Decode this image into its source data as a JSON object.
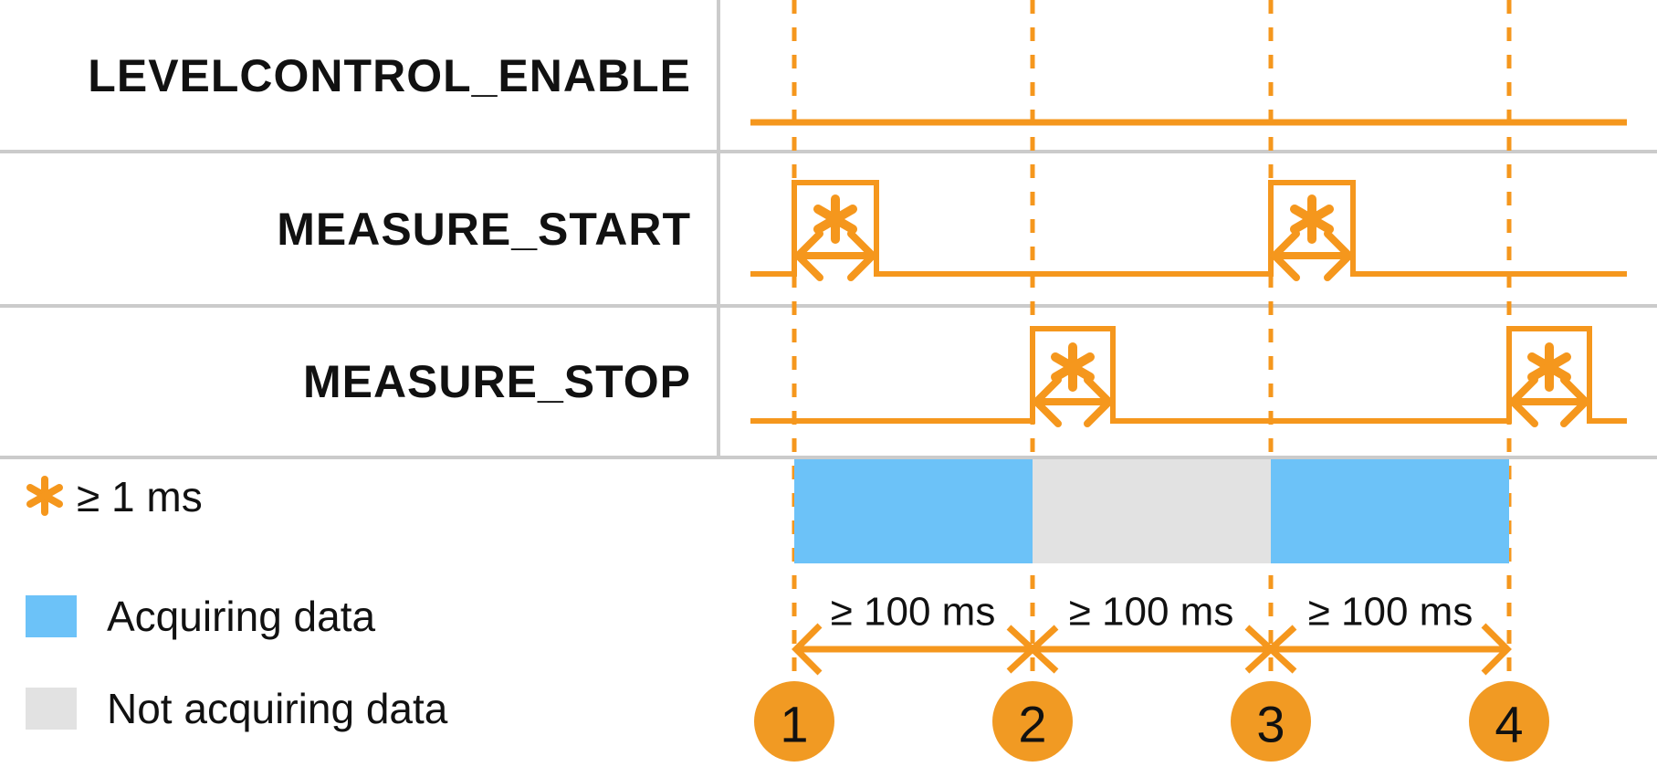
{
  "signals": [
    {
      "label": "LEVELCONTROL_ENABLE",
      "waveform": "high for entire shown duration"
    },
    {
      "label": "MEASURE_START",
      "waveform": "low with pulses at markers 1 and 3"
    },
    {
      "label": "MEASURE_STOP",
      "waveform": "low with pulses at markers 2 and 4"
    }
  ],
  "pulse_note": {
    "icon": "asterisk-icon",
    "text": "≥ 1 ms"
  },
  "legend": [
    {
      "label": "Acquiring data",
      "swatch_color": "#6CC2F8"
    },
    {
      "label": "Not acquiring data",
      "swatch_color": "#E2E2E2"
    }
  ],
  "timeline": {
    "markers": [
      "1",
      "2",
      "3",
      "4"
    ],
    "intervals": [
      {
        "label": "≥ 100 ms",
        "from": "1",
        "to": "2"
      },
      {
        "label": "≥ 100 ms",
        "from": "2",
        "to": "3"
      },
      {
        "label": "≥ 100 ms",
        "from": "3",
        "to": "4"
      }
    ]
  },
  "acquisition_bar": {
    "segments": [
      {
        "state": "Acquiring data",
        "from": "1",
        "to": "2",
        "color": "#6CC2F8"
      },
      {
        "state": "Not acquiring data",
        "from": "2",
        "to": "3",
        "color": "#E2E2E2"
      },
      {
        "state": "Acquiring data",
        "from": "3",
        "to": "4",
        "color": "#6CC2F8"
      }
    ]
  },
  "colors": {
    "accent_orange": "#F5971D",
    "acquiring_blue": "#6CC2F8",
    "not_acquiring_gray": "#E2E2E2",
    "grid_gray": "#CBCBCB",
    "text_black": "#111111"
  }
}
